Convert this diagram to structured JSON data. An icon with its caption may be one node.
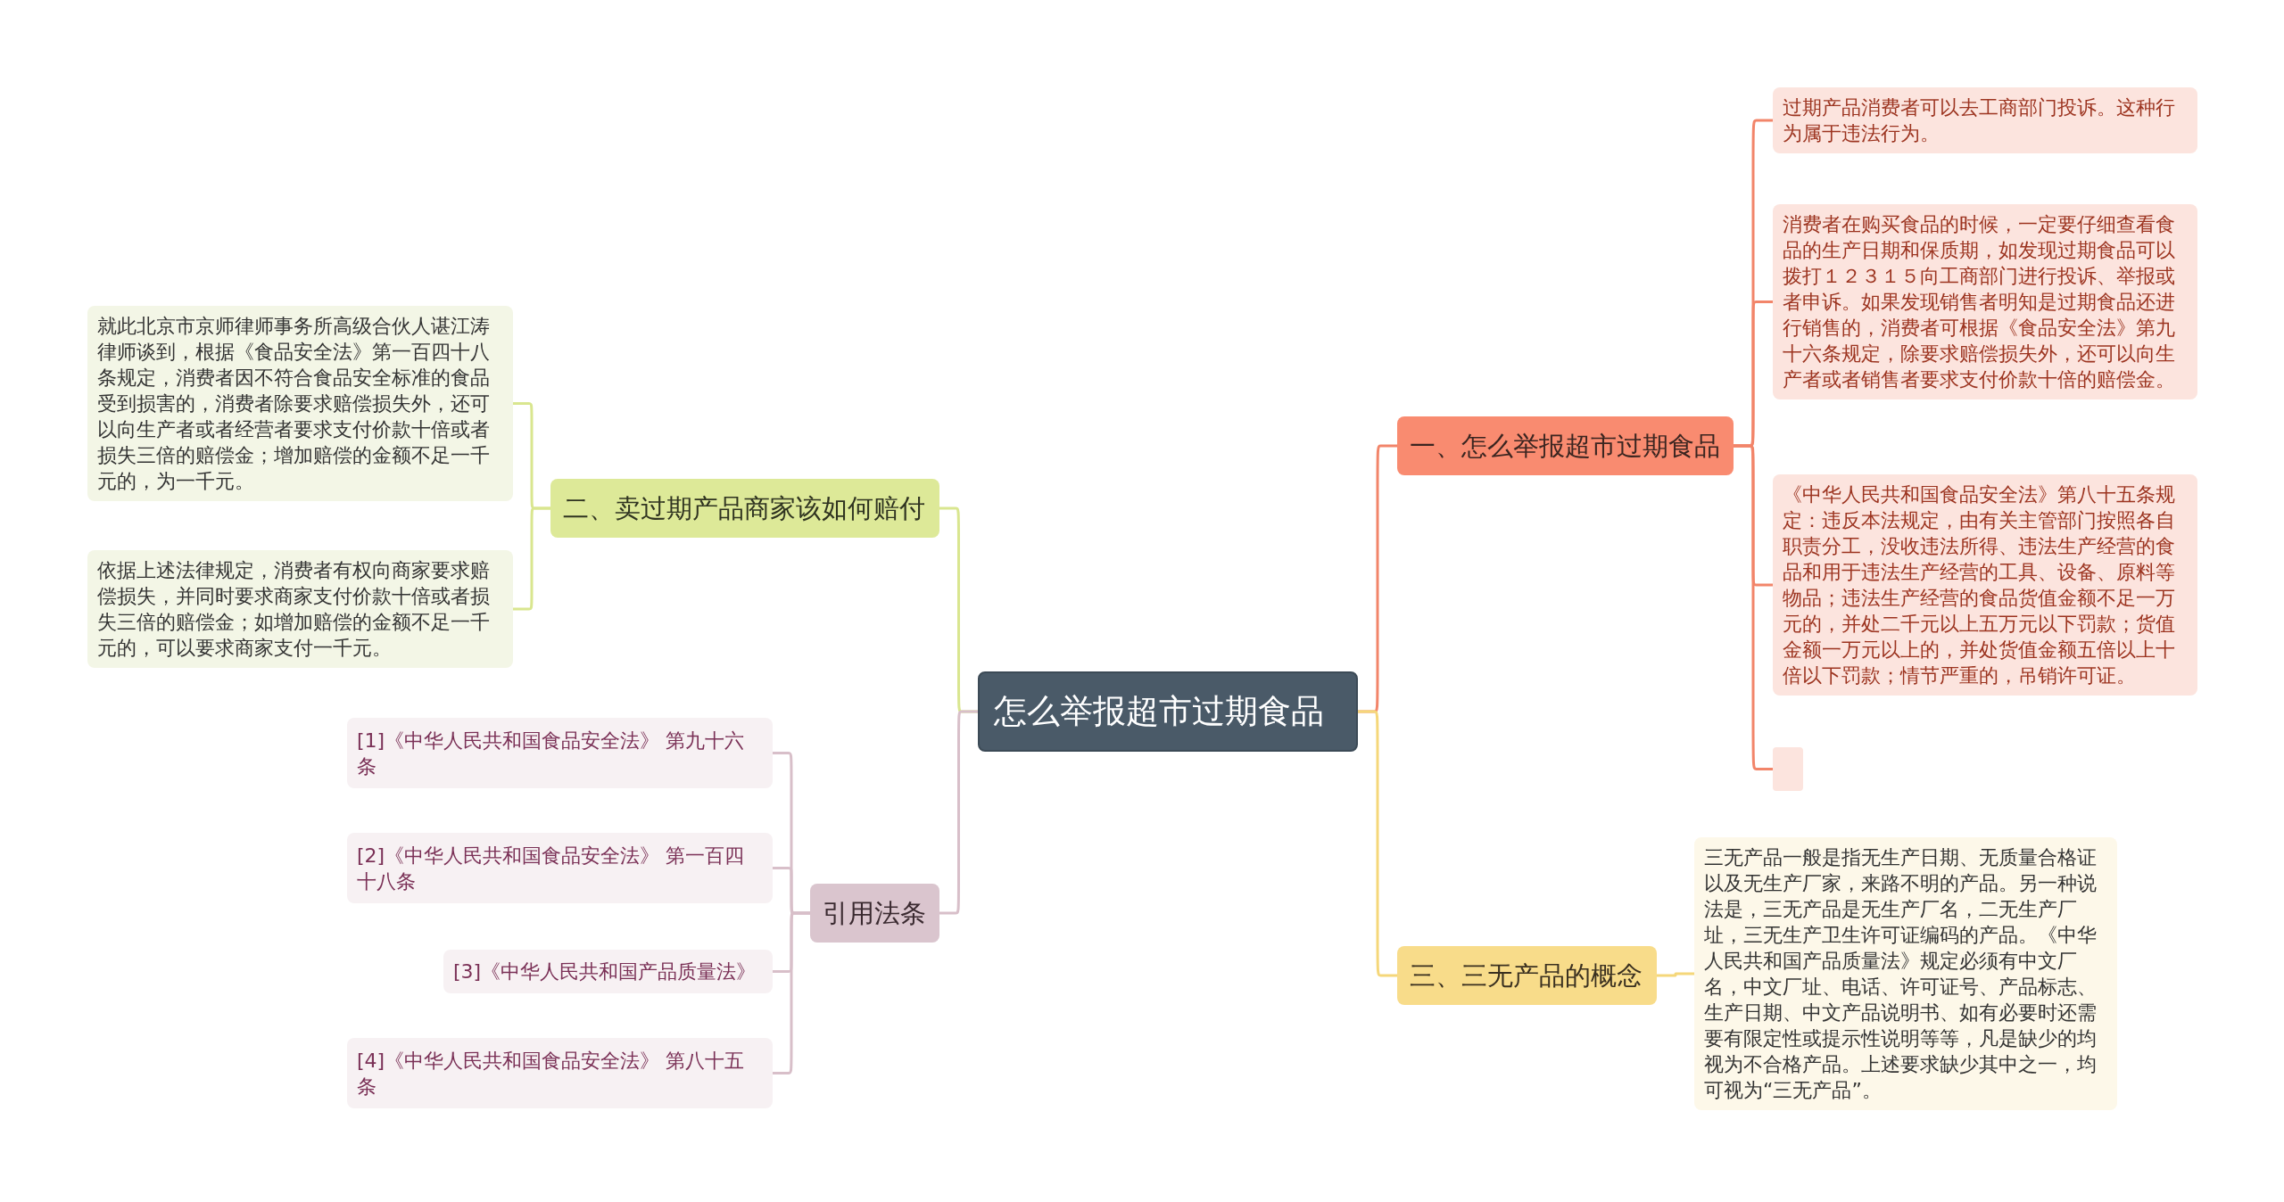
{
  "diagram": {
    "nodes": [
      {
        "text": [
          "怎么举报超市过期食品"
        ]
      },
      {
        "text": [
          "一、怎么举报超市过期食品"
        ]
      },
      {
        "text": [
          "过期产品消费者可以去工商部门投诉。这种行为属于违法行为。"
        ]
      },
      {
        "text": [
          " 消费者在购买食品的时候，一定要仔细查看食品的生产日期和保质期，如发现过期食品可以拨打１２３１５向工商部门进行投诉、举报或者申诉。如果发现销售者明知是过期食品还进行销售的，消费者可根据《食品安全法》第九十六条规定，除要求赔偿损失外，还可以向生产者或者销售者要求支付价款十倍的赔偿金。"
        ]
      },
      {
        "text": [
          "《中华人民共和国食品安全法》第八十五条规定：违反本法规定，由有关主管部门按照各自职责分工，没收违法所得、违法生产经营的食品和用于违法生产经营的工具、设备、原料等物品；违法生产经营的食品货值金额不足一万元的，并处二千元以上五万元以下罚款；货值金额一万元以上的，并处货值金额五倍以上十倍以下罚款；情节严重的，吊销许可证。"
        ]
      },
      {
        "text": [],
        "shape": "box"
      },
      {
        "text": [
          "三、三无产品的概念"
        ]
      },
      {
        "text": [
          "三无产品一般是指无生产日期、无质量合格证以及无生产厂家，来路不明的产品。另一种说法是，三无产品是无生产厂名，二无生产厂址，三无生产卫生许可证编码的产品。《中华人民共和国产品质量法》规定必须有中文厂名，中文厂址、电话、许可证号、产品标志、生产日期、中文产品说明书、如有必要时还需要有限定性或提示性说明等等，凡是缺少的均视为不合格产品。上述要求缺少其中之一，均可视为“三无产品”。"
        ]
      },
      {
        "text": [
          "二、卖过期产品商家该如何赔付"
        ]
      },
      {
        "text": [
          "就此北京市京师律师事务所高级合伙人谌江涛律师谈到，根据《食品安全法》第一百四十八条规定，消费者因不符合食品安全标准的食品受到损害的，消费者除要求赔偿损失外，还可以向生产者或者经营者要求支付价款十倍或者损失三倍的赔偿金；增加赔偿的金额不足一千元的，为一千元。"
        ]
      },
      {
        "text": [
          "依据上述法律规定，消费者有权向商家要求赔偿损失，并同时要求商家支付价款十倍或者损失三倍的赔偿金；如增加赔偿的金额不足一千元的，可以要求商家支付一千元。"
        ]
      },
      {
        "text": [
          "引用法条"
        ]
      },
      {
        "text": [
          "[1]《中华人民共和国食品安全法》 第九十六条"
        ]
      },
      {
        "text": [
          "[2]《中华人民共和国食品安全法》 第一百四十八条"
        ]
      },
      {
        "text": [
          "[3]《中华人民共和国产品质量法》"
        ]
      },
      {
        "text": [
          "[4]《中华人民共和国食品安全法》 第八十五条"
        ]
      }
    ],
    "edges": [
      {
        "from": 0,
        "to": 1,
        "arrow": "none",
        "color": "#f2856a"
      },
      {
        "from": 1,
        "to": 2,
        "arrow": "none",
        "color": "#f2856a"
      },
      {
        "from": 1,
        "to": 3,
        "arrow": "none",
        "color": "#f2856a"
      },
      {
        "from": 1,
        "to": 4,
        "arrow": "none",
        "color": "#f2856a"
      },
      {
        "from": 1,
        "to": 5,
        "arrow": "none",
        "color": "#f2856a"
      },
      {
        "from": 0,
        "to": 6,
        "arrow": "none",
        "color": "#f5d77a"
      },
      {
        "from": 6,
        "to": 7,
        "arrow": "none",
        "color": "#f5d77a"
      },
      {
        "from": 0,
        "to": 8,
        "arrow": "none",
        "color": "#d9e68f"
      },
      {
        "from": 8,
        "to": 9,
        "arrow": "none",
        "color": "#d9e68f"
      },
      {
        "from": 8,
        "to": 10,
        "arrow": "none",
        "color": "#d9e68f"
      },
      {
        "from": 0,
        "to": 11,
        "arrow": "none",
        "color": "#d8bfc9"
      },
      {
        "from": 11,
        "to": 12,
        "arrow": "none",
        "color": "#d8bfc9"
      },
      {
        "from": 11,
        "to": 13,
        "arrow": "none",
        "color": "#d8bfc9"
      },
      {
        "from": 11,
        "to": 14,
        "arrow": "none",
        "color": "#d8bfc9"
      },
      {
        "from": 11,
        "to": 15,
        "arrow": "none",
        "color": "#d8bfc9"
      }
    ]
  }
}
